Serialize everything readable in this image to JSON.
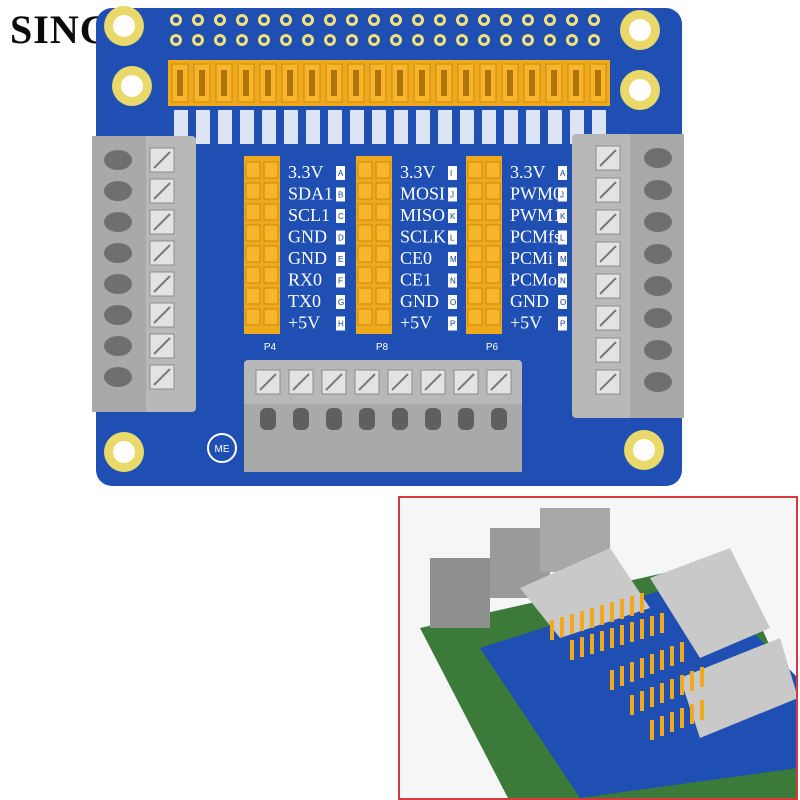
{
  "brand": {
    "watermark": "SINGLIAN"
  },
  "board": {
    "colors": {
      "pcb": "#1f4fb3",
      "header": "#f0a81c",
      "terminal": "#b9b9b9",
      "pad": "#f4e27a"
    },
    "blocks": [
      {
        "id": "P4",
        "label": "P4",
        "pins": [
          "3.3V",
          "SDA1",
          "SCL1",
          "GND",
          "GND",
          "RX0",
          "TX0",
          "+5V"
        ],
        "letters": [
          "A",
          "B",
          "C",
          "D",
          "E",
          "F",
          "G",
          "H"
        ]
      },
      {
        "id": "P8",
        "label": "P8",
        "pins": [
          "3.3V",
          "MOSI",
          "MISO",
          "SCLK",
          "CE0",
          "CE1",
          "GND",
          "+5V"
        ],
        "letters": [
          "I",
          "J",
          "K",
          "L",
          "M",
          "N",
          "O",
          "P"
        ]
      },
      {
        "id": "P6",
        "label": "P6",
        "pins": [
          "3.3V",
          "PWM0",
          "PWM1",
          "PCMfs",
          "PCMi",
          "PCMo",
          "GND",
          "+5V"
        ],
        "letters": [
          "A",
          "J",
          "K",
          "L",
          "M",
          "N",
          "O",
          "P"
        ]
      }
    ],
    "logo": "ME"
  }
}
